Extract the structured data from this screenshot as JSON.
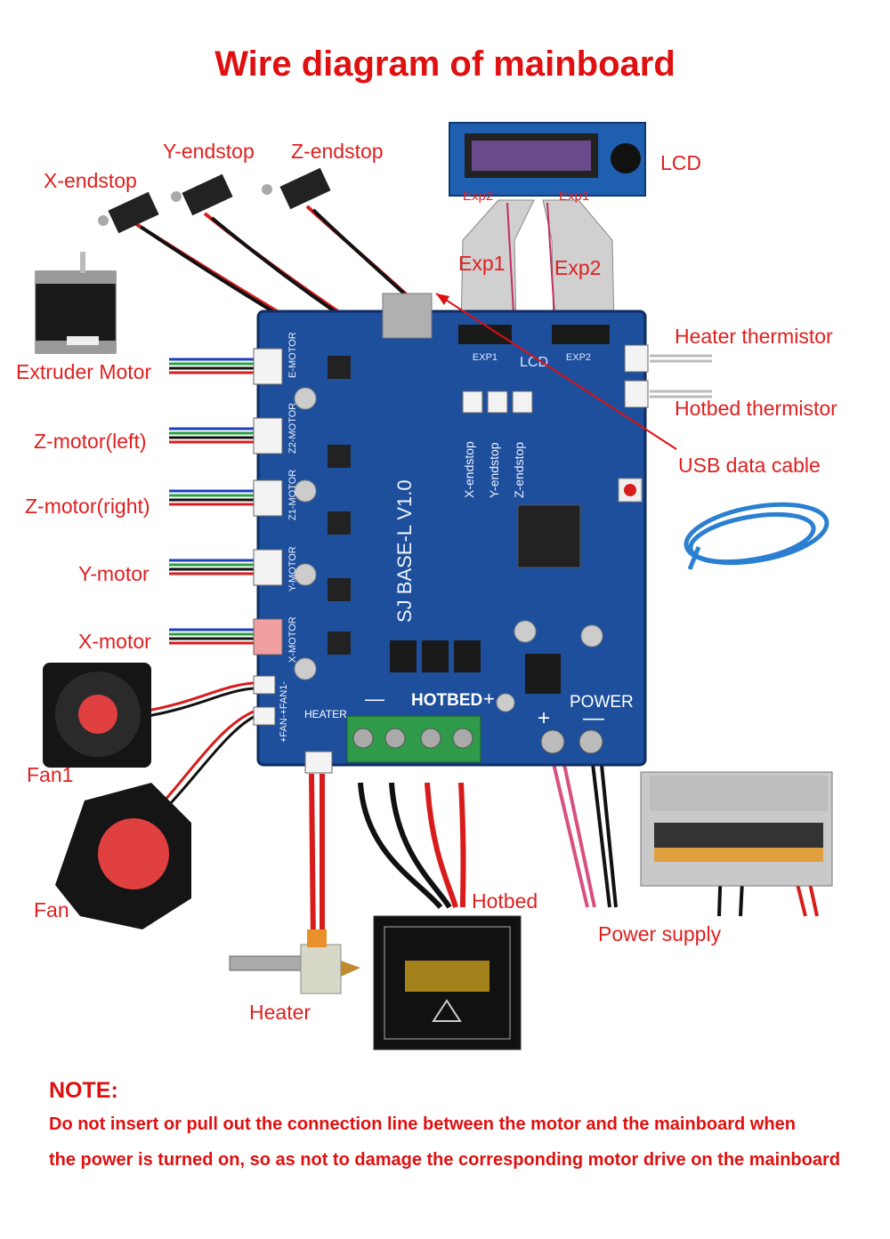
{
  "title": "Wire diagram of mainboard",
  "labels": {
    "x_endstop": "X-endstop",
    "y_endstop": "Y-endstop",
    "z_endstop": "Z-endstop",
    "lcd": "LCD",
    "lcd_exp2": "Exp2",
    "lcd_exp1": "Exp1",
    "cable_exp1": "Exp1",
    "cable_exp2": "Exp2",
    "heater_thermistor": "Heater thermistor",
    "hotbed_thermistor": "Hotbed thermistor",
    "usb_data_cable": "USB data cable",
    "extruder_motor": "Extruder Motor",
    "z_motor_left": "Z-motor(left)",
    "z_motor_right": "Z-motor(right)",
    "y_motor": "Y-motor",
    "x_motor": "X-motor",
    "fan1": "Fan1",
    "fan": "Fan",
    "hotbed": "Hotbed",
    "power_supply": "Power supply",
    "heater": "Heater"
  },
  "board": {
    "name": "SJ BASE-L V1.0",
    "hotbed_label": "HOTBED",
    "power_label": "POWER",
    "heater_label": "HEATER",
    "lcd_label": "LCD",
    "exp1_label": "EXP1",
    "exp2_label": "EXP2",
    "x_endstop_silk": "X-endstop",
    "y_endstop_silk": "Y-endstop",
    "z_endstop_silk": "Z-endstop",
    "motor_silk": [
      "E-MOTOR",
      "Z2-MOTOR",
      "Z1-MOTOR",
      "Y-MOTOR",
      "X-MOTOR"
    ],
    "fan_silk": "+FAN-+FAN1-"
  },
  "note": {
    "heading": "NOTE:",
    "line1": "Do not insert or pull out the connection line between the motor and the mainboard when",
    "line2": "the power is turned on, so as not to damage the corresponding motor drive on the mainboard"
  },
  "colors": {
    "label": "#e02020",
    "board": "#1d4f9c",
    "wire_red": "#d81c1c",
    "wire_black": "#111111"
  }
}
